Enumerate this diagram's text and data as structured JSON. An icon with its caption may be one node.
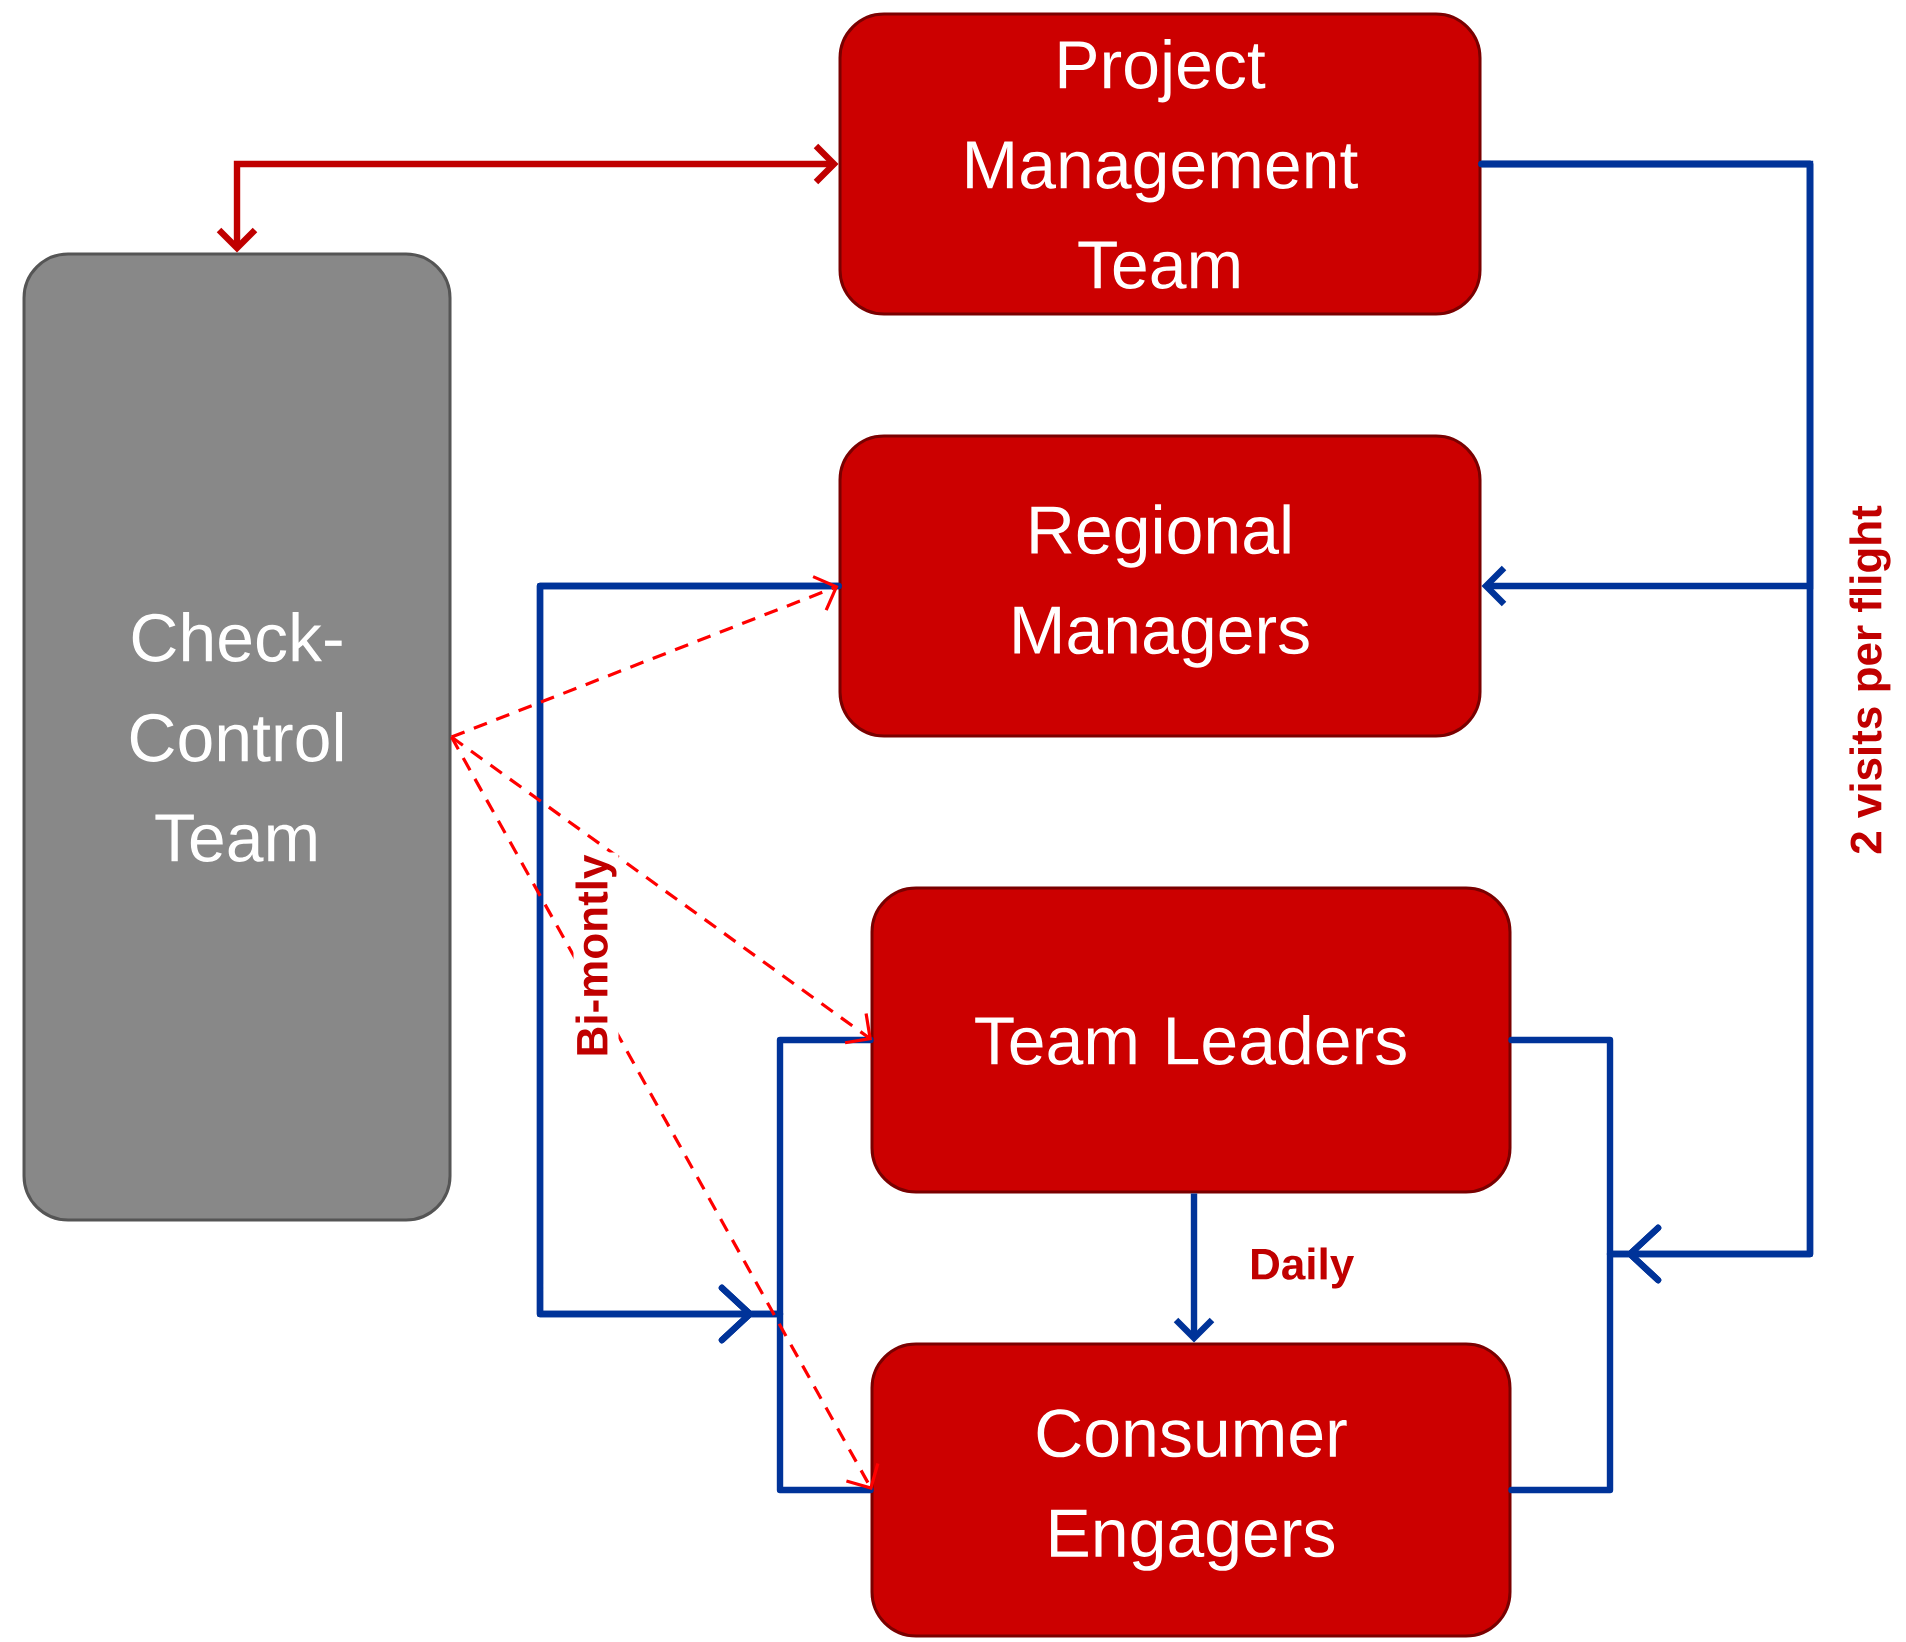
{
  "diagram": {
    "nodes": [
      {
        "text": [
          "Check-Control Team"
        ]
      },
      {
        "text": [
          "Project Management Team"
        ]
      },
      {
        "text": [
          "Regional Managers"
        ]
      },
      {
        "text": [
          "Team Leaders"
        ]
      },
      {
        "text": [
          "Consumer Engagers"
        ]
      }
    ],
    "edges": [
      {
        "from": 0,
        "to": 1,
        "arrow": "both",
        "color": "#c00000"
      },
      {
        "from": 1,
        "to": 2,
        "arrow": "to"
      },
      {
        "from": 1,
        "to": 3,
        "arrow": "to"
      },
      {
        "from": 1,
        "to": 4,
        "arrow": "to"
      },
      {
        "from": 2,
        "to": 3,
        "arrow": "to"
      },
      {
        "from": 2,
        "to": 4,
        "arrow": "to"
      },
      {
        "from": 3,
        "to": 4,
        "arrow": "to",
        "label": "Daily"
      },
      {
        "from": 0,
        "to": 2,
        "arrow": "to",
        "style": "dashed",
        "color": "#ff0000"
      },
      {
        "from": 0,
        "to": 3,
        "arrow": "to",
        "style": "dashed",
        "color": "#ff0000"
      },
      {
        "from": 0,
        "to": 4,
        "arrow": "to",
        "style": "dashed",
        "color": "#ff0000"
      }
    ],
    "labels": [
      "Bi-montly",
      "2 visits per flight"
    ]
  }
}
